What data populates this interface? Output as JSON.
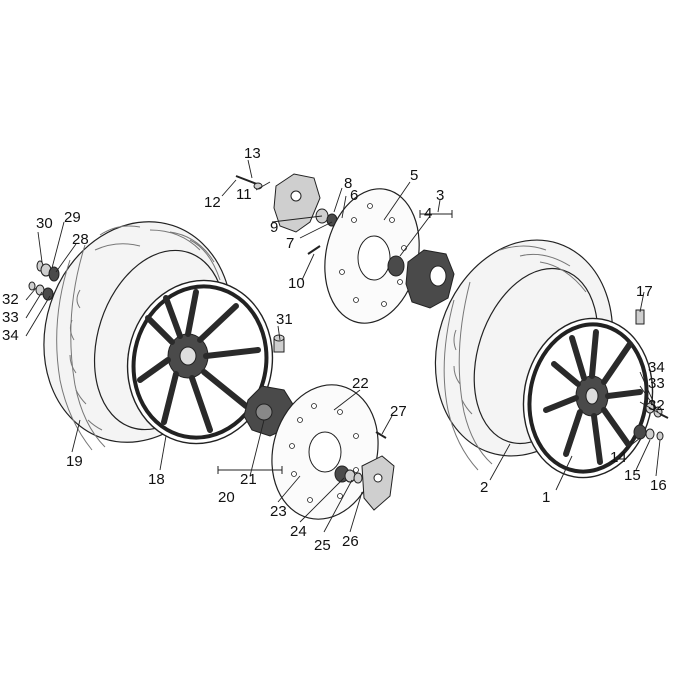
{
  "callouts": {
    "c1": "1",
    "c2": "2",
    "c3": "3",
    "c4": "4",
    "c5": "5",
    "c6": "6",
    "c7": "7",
    "c8": "8",
    "c9": "9",
    "c10": "10",
    "c11": "11",
    "c12": "12",
    "c13": "13",
    "c14": "14",
    "c15": "15",
    "c16": "16",
    "c17": "17",
    "c18": "18",
    "c19": "19",
    "c20": "20",
    "c21": "21",
    "c22": "22",
    "c23": "23",
    "c24": "24",
    "c25": "25",
    "c26": "26",
    "c27": "27",
    "c28": "28",
    "c29": "29",
    "c30": "30",
    "c31": "31",
    "c32a": "32",
    "c33a": "33",
    "c34a": "34",
    "c32b": "32",
    "c33b": "33",
    "c34b": "34"
  }
}
